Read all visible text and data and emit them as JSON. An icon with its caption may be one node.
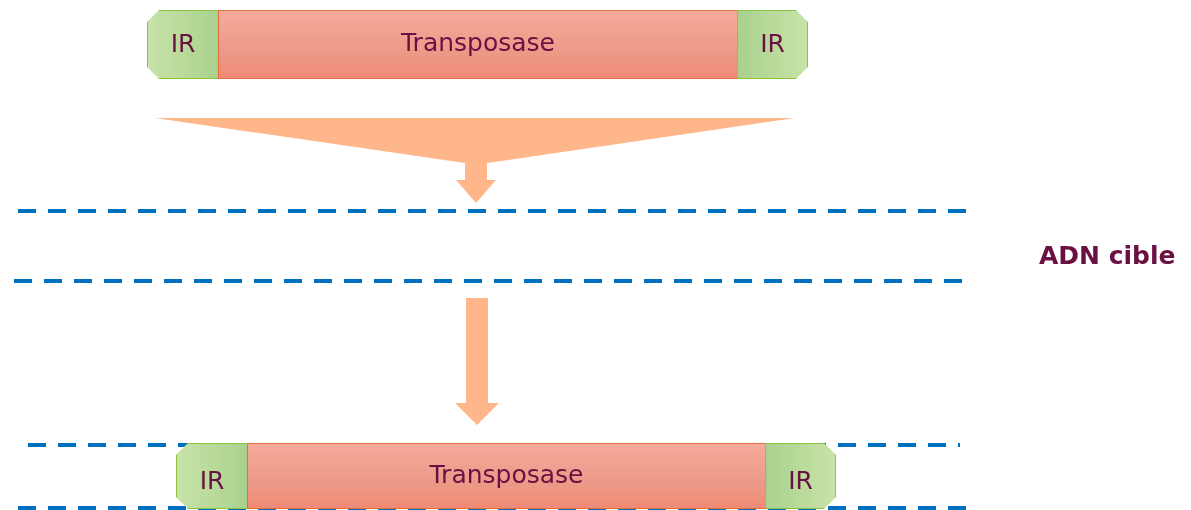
{
  "diagram": {
    "nodes": [
      {
        "text": [
          "IR"
        ]
      },
      {
        "text": [
          "Transposase"
        ]
      },
      {
        "text": [
          "IR"
        ]
      },
      {
        "text": [
          "IR"
        ]
      },
      {
        "text": [
          "Transposase"
        ]
      },
      {
        "text": [
          "IR"
        ]
      }
    ],
    "labels": [
      "ADN cible"
    ]
  }
}
